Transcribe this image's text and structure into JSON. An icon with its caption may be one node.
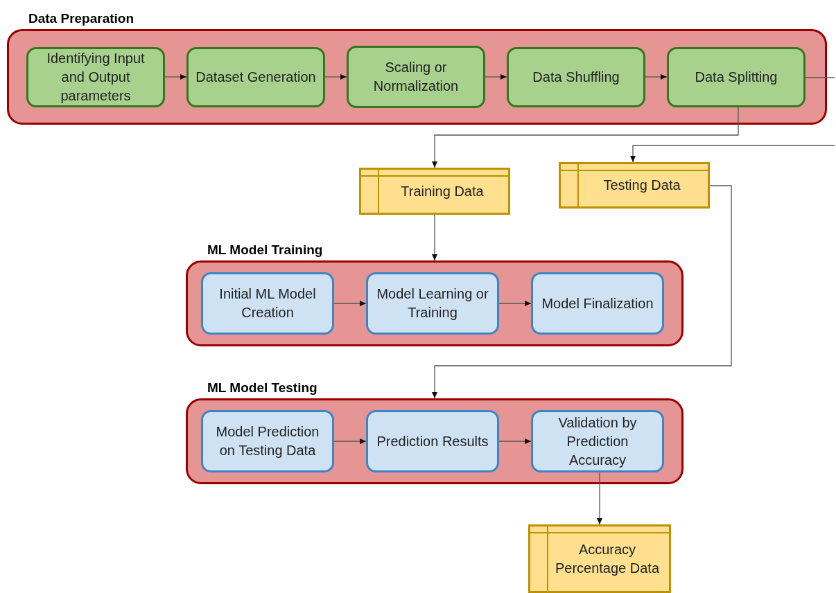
{
  "diagram": {
    "nodes": [
      {
        "text": [
          "Data Preparation"
        ]
      },
      {
        "text": [
          "Identifying Input and Output parameters"
        ],
        "in": 0
      },
      {
        "text": [
          "Dataset Generation"
        ],
        "in": 0
      },
      {
        "text": [
          "Scaling or Normalization"
        ],
        "in": 0
      },
      {
        "text": [
          "Data Shuffling"
        ],
        "in": 0
      },
      {
        "text": [
          "Data Splitting"
        ],
        "in": 0
      },
      {
        "text": [
          "Training Data"
        ]
      },
      {
        "text": [
          "Testing Data"
        ]
      },
      {
        "text": [
          "ML Model Training"
        ]
      },
      {
        "text": [
          "Initial ML Model Creation"
        ],
        "in": 8
      },
      {
        "text": [
          "Model Learning or Training"
        ],
        "in": 8
      },
      {
        "text": [
          "Model Finalization"
        ],
        "in": 8
      },
      {
        "text": [
          "ML Model Testing"
        ]
      },
      {
        "text": [
          "Model Prediction on Testing Data"
        ],
        "in": 12
      },
      {
        "text": [
          "Prediction Results"
        ],
        "in": 12
      },
      {
        "text": [
          "Validation by Prediction Accuracy"
        ],
        "in": 12
      },
      {
        "text": [
          "Accuracy Percentage Data"
        ]
      }
    ],
    "edges": [
      {
        "from": 1,
        "to": 2,
        "arrow": "to"
      },
      {
        "from": 2,
        "to": 3,
        "arrow": "to"
      },
      {
        "from": 3,
        "to": 4,
        "arrow": "to"
      },
      {
        "from": 4,
        "to": 5,
        "arrow": "to"
      },
      {
        "from": 5,
        "to": null,
        "arrow": "none"
      },
      {
        "from": 5,
        "to": 6,
        "arrow": "to"
      },
      {
        "from": null,
        "to": 7,
        "arrow": "to"
      },
      {
        "from": 6,
        "to": 8,
        "arrow": "to"
      },
      {
        "from": 9,
        "to": 10,
        "arrow": "to"
      },
      {
        "from": 10,
        "to": 11,
        "arrow": "to"
      },
      {
        "from": 7,
        "to": 12,
        "arrow": "to"
      },
      {
        "from": 13,
        "to": 14,
        "arrow": "to"
      },
      {
        "from": 14,
        "to": 15,
        "arrow": "to"
      },
      {
        "from": 15,
        "to": 16,
        "arrow": "to"
      }
    ]
  }
}
